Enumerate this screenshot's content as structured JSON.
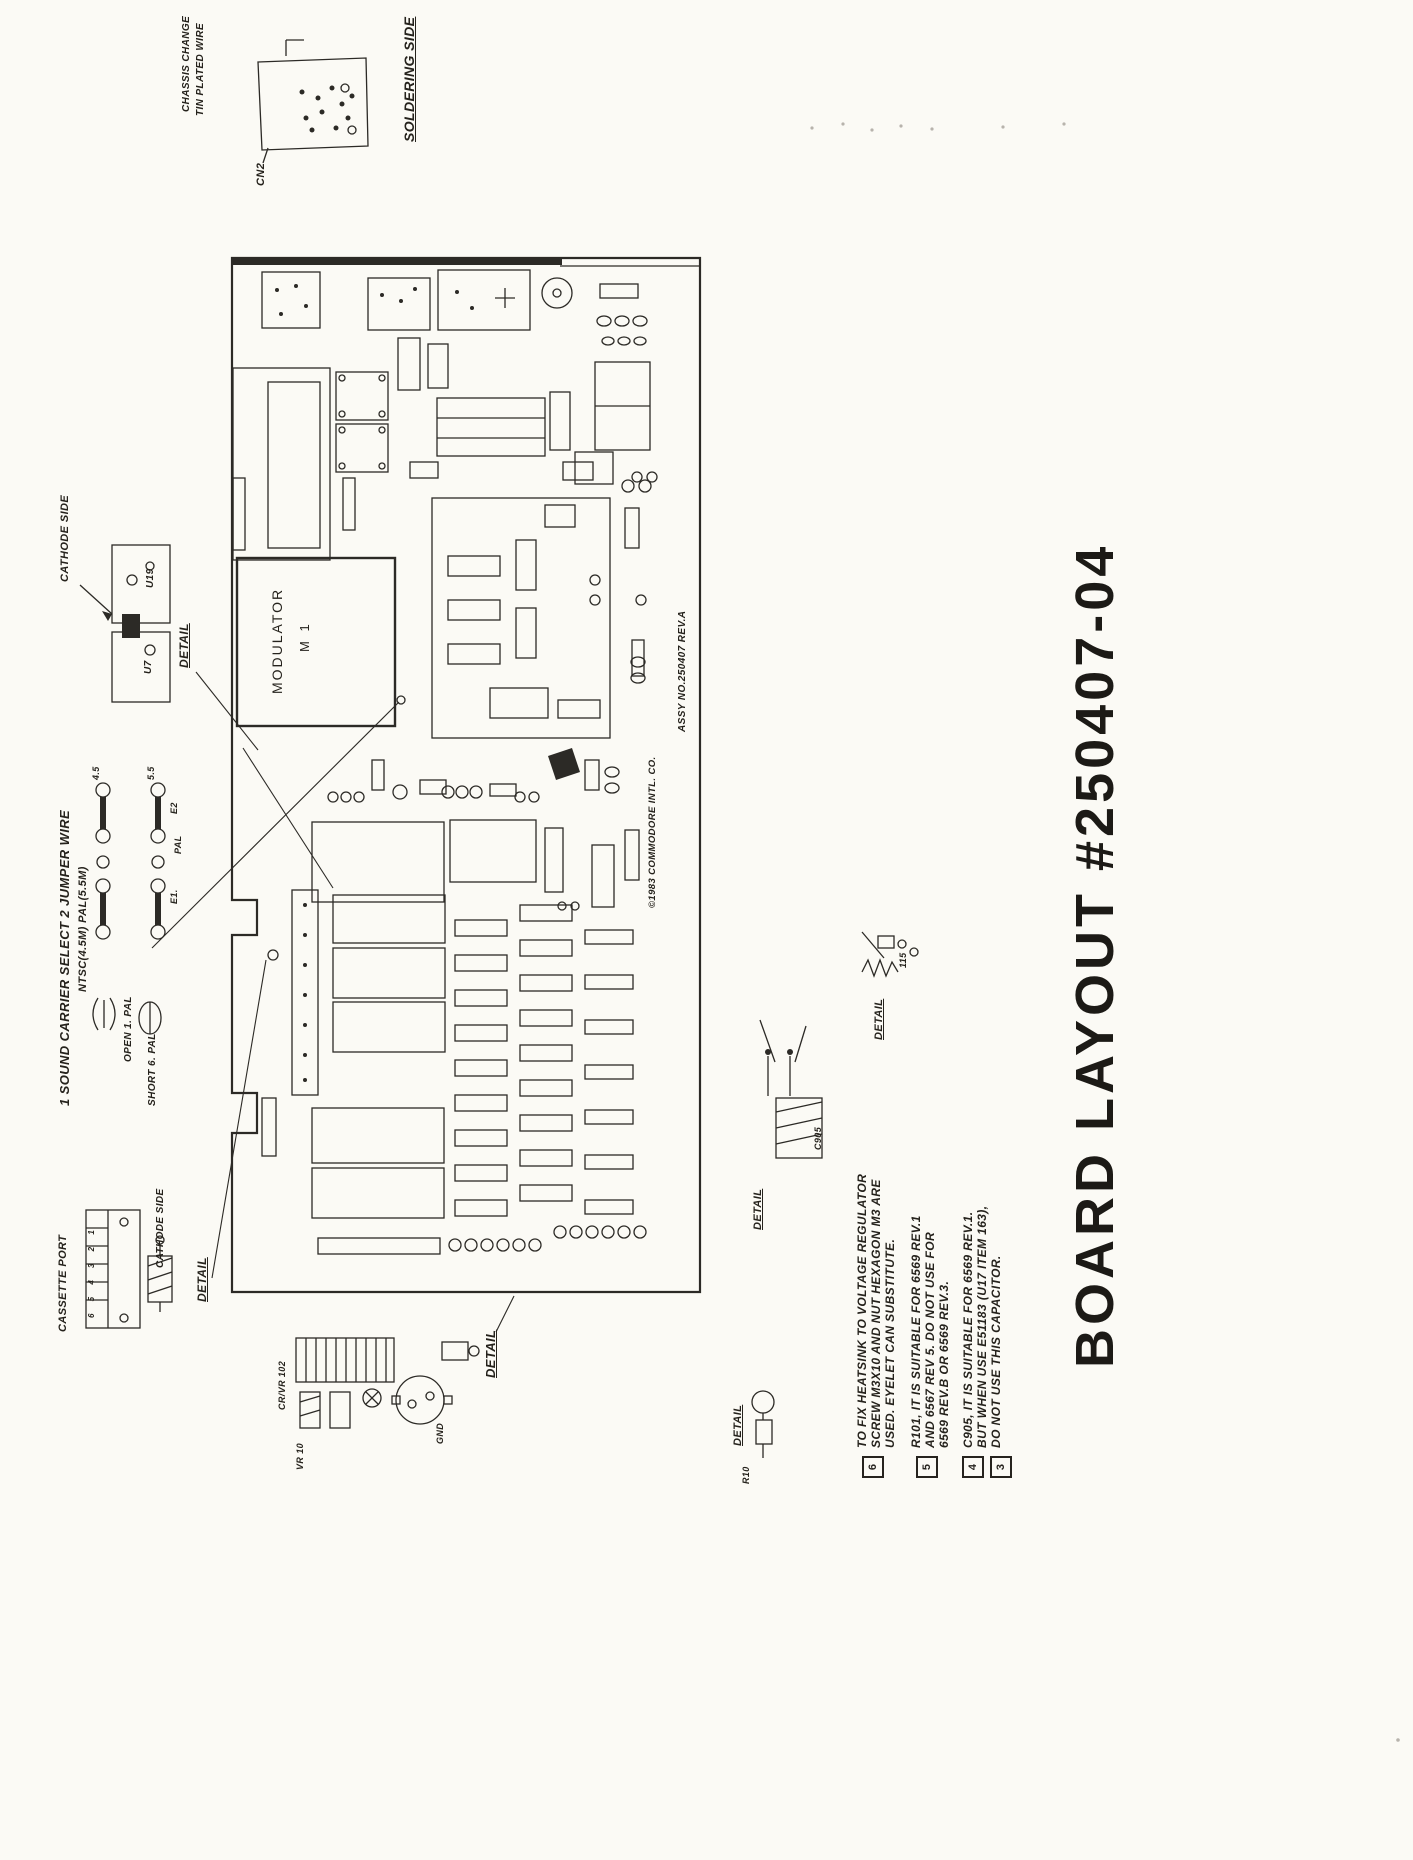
{
  "doc": {
    "title": "BOARD LAYOUT #250407-04"
  },
  "top_detail": {
    "note_line1": "CHASSIS CHANGE",
    "note_line2": "TIN PLATED WIRE",
    "connector_ref": "CN2",
    "soldering_side": "SOLDERING SIDE"
  },
  "cathode_detail": {
    "label": "CATHODE SIDE",
    "u19": "U19",
    "u7": "U7",
    "detail": "DETAIL"
  },
  "jumper_detail": {
    "line1": "1 SOUND CARRIER SELECT   2 JUMPER WIRE",
    "line2": "NTSC(4.5M)  PAL(5.5M)",
    "v45": "4.5",
    "v55": "5.5",
    "e2": "E2",
    "pal": "PAL",
    "e1": "E1.",
    "open_pal": "OPEN 1. PAL",
    "short_pal": "SHORT 6. PAL"
  },
  "cassette_detail": {
    "label": "CASSETTE PORT",
    "pins": "6 5 4 3 2 1",
    "cathode": "CATHODE SIDE",
    "detail": "DETAIL"
  },
  "regulator_detail": {
    "detail": "DETAIL",
    "ref_crvr": "CR/VR 102",
    "ref_vr": "VR 10",
    "ref_gnd": "GND"
  },
  "board": {
    "modulator": "MODULATOR",
    "modulator_ref": "M 1",
    "assy_no": "ASSY NO.250407 REV.A",
    "copyright": "©1983 COMMODORE INTL. CO."
  },
  "r10_detail": {
    "detail": "DETAIL",
    "ref": "R10"
  },
  "c905_detail": {
    "detail": "DETAIL",
    "ref": "C905"
  },
  "r115_detail": {
    "detail": "DETAIL",
    "ref": "115"
  },
  "notes": {
    "n6": {
      "num": "6",
      "lines": [
        "TO FIX HEATSINK TO VOLTAGE REGULATOR",
        "SCREW M3X10 AND NUT HEXAGON M3 ARE",
        "USED.  EYELET CAN SUBSTITUTE."
      ]
    },
    "n5": {
      "num": "5",
      "lines": [
        "R101, IT IS SUITABLE FOR 6569 REV.1",
        "AND 6567 REV 5.  DO NOT USE FOR",
        "6569 REV.B OR 6569 REV.3."
      ]
    },
    "n43": {
      "num4": "4",
      "num3": "3",
      "lines": [
        "C905, IT IS SUITABLE FOR 6569 REV.1.",
        "BUT WHEN USE E51183 (U17 ITEM 163),",
        "DO NOT USE THIS CAPACITOR."
      ]
    }
  }
}
